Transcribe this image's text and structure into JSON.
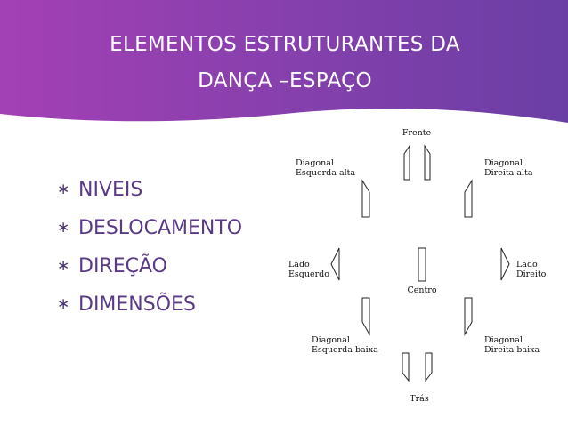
{
  "slide": {
    "title_line1": "ELEMENTOS ESTRUTURANTES DA",
    "title_line2": "DANÇA –ESPAÇO",
    "bullet_symbol": "∗",
    "bullets": [
      "NIVEIS",
      "DESLOCAMENTO",
      "DIREÇÃO",
      "DIMENSÕES"
    ],
    "colors": {
      "band_start": "#a340b5",
      "band_end": "#6a3fa5",
      "text": "#5a3a86"
    }
  },
  "diagram": {
    "labels": {
      "frente": "Frente",
      "diag_esq_alta_1": "Diagonal",
      "diag_esq_alta_2": "Esquerda alta",
      "diag_dir_alta_1": "Diagonal",
      "diag_dir_alta_2": "Direita alta",
      "lado_esq_1": "Lado",
      "lado_esq_2": "Esquerdo",
      "lado_dir_1": "Lado",
      "lado_dir_2": "Direito",
      "centro": "Centro",
      "diag_esq_baixa_1": "Diagonal",
      "diag_esq_baixa_2": "Esquerda baixa",
      "diag_dir_baixa_1": "Diagonal",
      "diag_dir_baixa_2": "Direita baixa",
      "tras": "Trás"
    }
  }
}
